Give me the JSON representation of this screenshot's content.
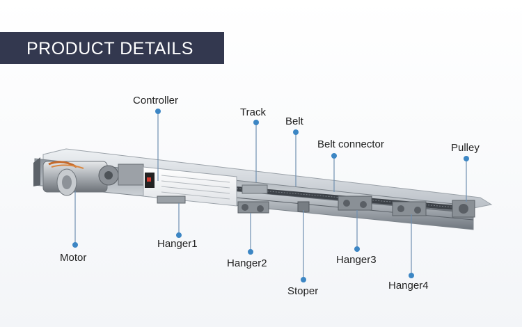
{
  "header": {
    "title": "PRODUCT DETAILS"
  },
  "callouts": {
    "controller": "Controller",
    "track": "Track",
    "belt": "Belt",
    "belt_connector": "Belt connector",
    "pulley": "Pulley",
    "motor": "Motor",
    "hanger1": "Hanger1",
    "hanger2": "Hanger2",
    "stoper": "Stoper",
    "hanger3": "Hanger3",
    "hanger4": "Hanger4"
  },
  "colors": {
    "banner": "#33384f",
    "callout_dot": "#3c86c4",
    "callout_line": "#6f8fb0"
  },
  "product": "sliding door operator assembly"
}
